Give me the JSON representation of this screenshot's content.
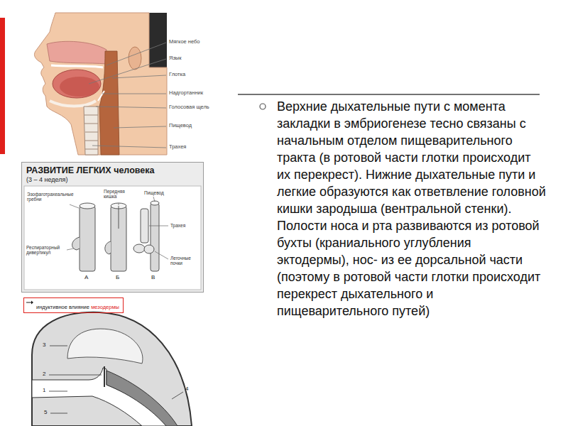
{
  "diagram": {
    "nodes": [
      {
        "text": [
          "РАЗВИТИЕ ЛЕГКИХ человека",
          "(3 – 4 неделя)"
        ]
      },
      {
        "text": [
          "индуктивное влияние",
          "мезодермы"
        ]
      }
    ],
    "labels": [
      "Мягкое небо",
      "Язык",
      "Глотка",
      "Надгортанник",
      "Голосовая щель",
      "Пищевод",
      "Трахея",
      "Эзофаготрахеальные гребни",
      "Передняя кишка",
      "Пищевод",
      "Трахея",
      "Респираторный дивертикул",
      "Легочные почки",
      "А",
      "Б",
      "В",
      "3",
      "2",
      "1",
      "5",
      "4",
      "Верхние дыхательные пути с момента закладки в эмбриогенезе тесно связаны с начальным отделом пищеварительного тракта (в ротовой части глотки происходит их перекрест). Нижние дыхательные пути и легкие образуются как ответвление головной кишки зародыша (вентральной стенки). Полости носа и рта развиваются из ротовой бухты (краниального углубления эктодермы), нос- из ее дорсальной части (поэтому в ротовой части глотки происходит перекрест дыхательного и пищеварительного путей)"
    ]
  }
}
